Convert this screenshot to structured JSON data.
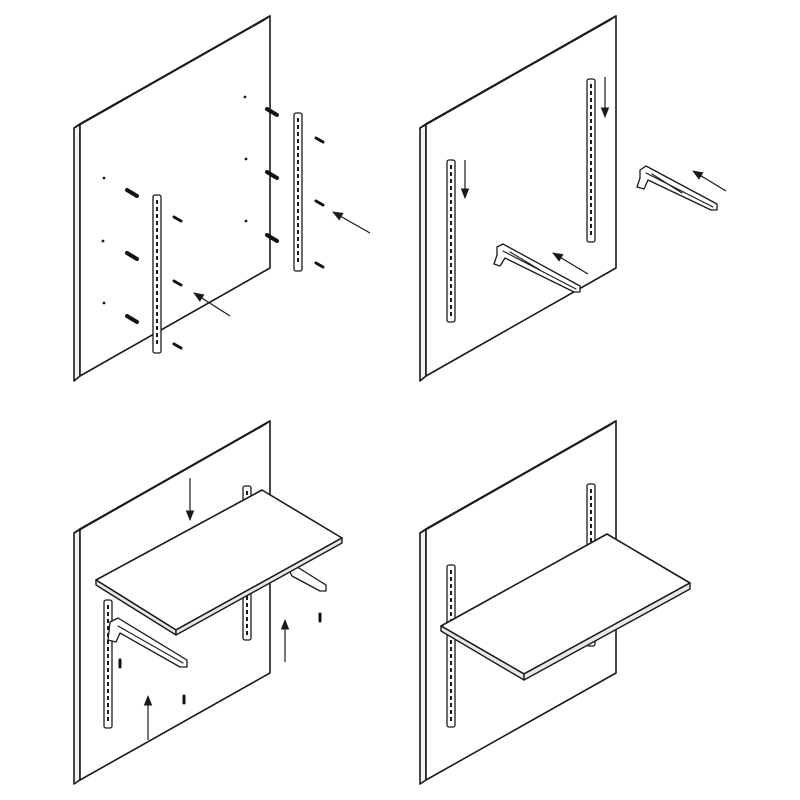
{
  "steps": [
    {
      "id": "step-1",
      "action": "mount-rails"
    },
    {
      "id": "step-2",
      "action": "insert-brackets"
    },
    {
      "id": "step-3",
      "action": "place-shelf"
    },
    {
      "id": "step-4",
      "action": "finished-shelf"
    }
  ],
  "icons": [
    "wall-plug-icon",
    "screw-icon",
    "arrow-icon",
    "rail-icon",
    "bracket-icon",
    "shelf-icon"
  ],
  "colors": {
    "line": "#1a1a1a",
    "background": "#ffffff"
  }
}
